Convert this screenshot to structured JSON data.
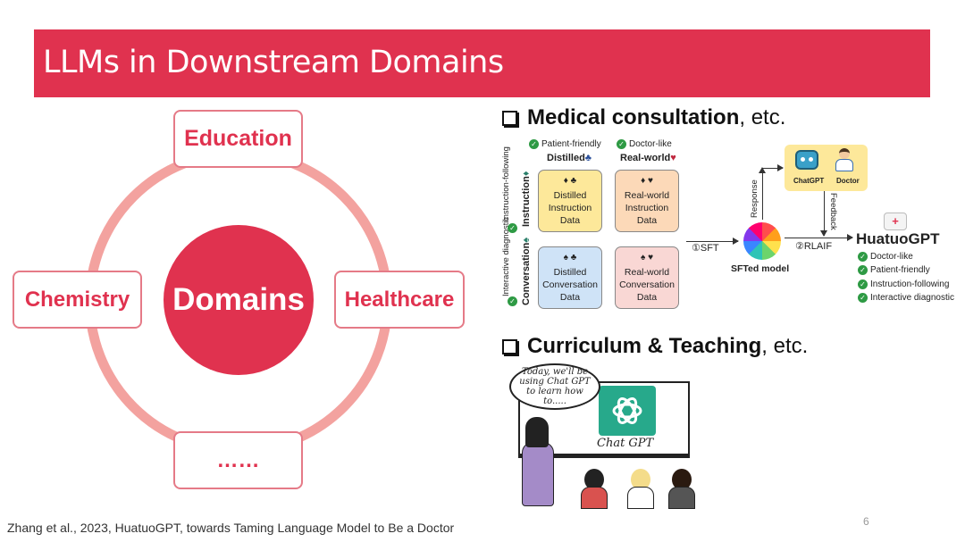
{
  "slide": {
    "title": "LLMs in Downstream Domains",
    "page_number": "6",
    "citation": "Zhang et al., 2023, HuatuoGPT, towards Taming Language Model to Be a Doctor"
  },
  "diagram": {
    "center": "Domains",
    "nodes": {
      "top": "Education",
      "left": "Chemistry",
      "right": "Healthcare",
      "bottom": "……"
    }
  },
  "medical": {
    "heading_bold": "Medical consultation",
    "heading_rest": ", etc.",
    "figure": {
      "col1_check": "Patient-friendly",
      "col1_header": "Distilled",
      "col1_suit": "♣",
      "col2_check": "Doctor-like",
      "col2_header": "Real-world",
      "col2_suit": "♥",
      "row1_sub": "Instruction-following",
      "row1_label": "Instruction",
      "row1_suit": "♦",
      "row2_sub": "Interactive diagnostic",
      "row2_label": "Conversation",
      "row2_suit": "♠",
      "box1_suits": "♦ ♣",
      "box1_text": [
        "Distilled",
        "Instruction",
        "Data"
      ],
      "box2_suits": "♦ ♥",
      "box2_text": [
        "Real-world",
        "Instruction",
        "Data"
      ],
      "box3_suits": "♠ ♣",
      "box3_text": [
        "Distilled",
        "Conversation",
        "Data"
      ],
      "box4_suits": "♠ ♥",
      "box4_text": [
        "Real-world",
        "Conversation",
        "Data"
      ],
      "sft_label": "①SFT",
      "model_label": "SFTed model",
      "response_label": "Response",
      "feedback_label": "Feedback",
      "chatgpt_label": "ChatGPT",
      "doctor_label": "Doctor",
      "rlaif_label": "②RLAIF",
      "output_title": "HuatuoGPT",
      "output_checks": [
        "Doctor-like",
        "Patient-friendly",
        "Instruction-following",
        "Interactive diagnostic"
      ]
    }
  },
  "curriculum": {
    "heading_bold": "Curriculum & Teaching",
    "heading_rest": ", etc.",
    "bubble_text": "Today, we'll be using Chat GPT to learn how to.....",
    "board_caption": "Chat GPT"
  },
  "colors": {
    "accent": "#e0324f",
    "ring": "#f3a29f",
    "box_yellow": "#fde89a",
    "box_orange": "#fcd9b8",
    "box_blue": "#cfe3f7",
    "box_pink": "#f9d7d4",
    "check_green": "#2e9a44"
  }
}
